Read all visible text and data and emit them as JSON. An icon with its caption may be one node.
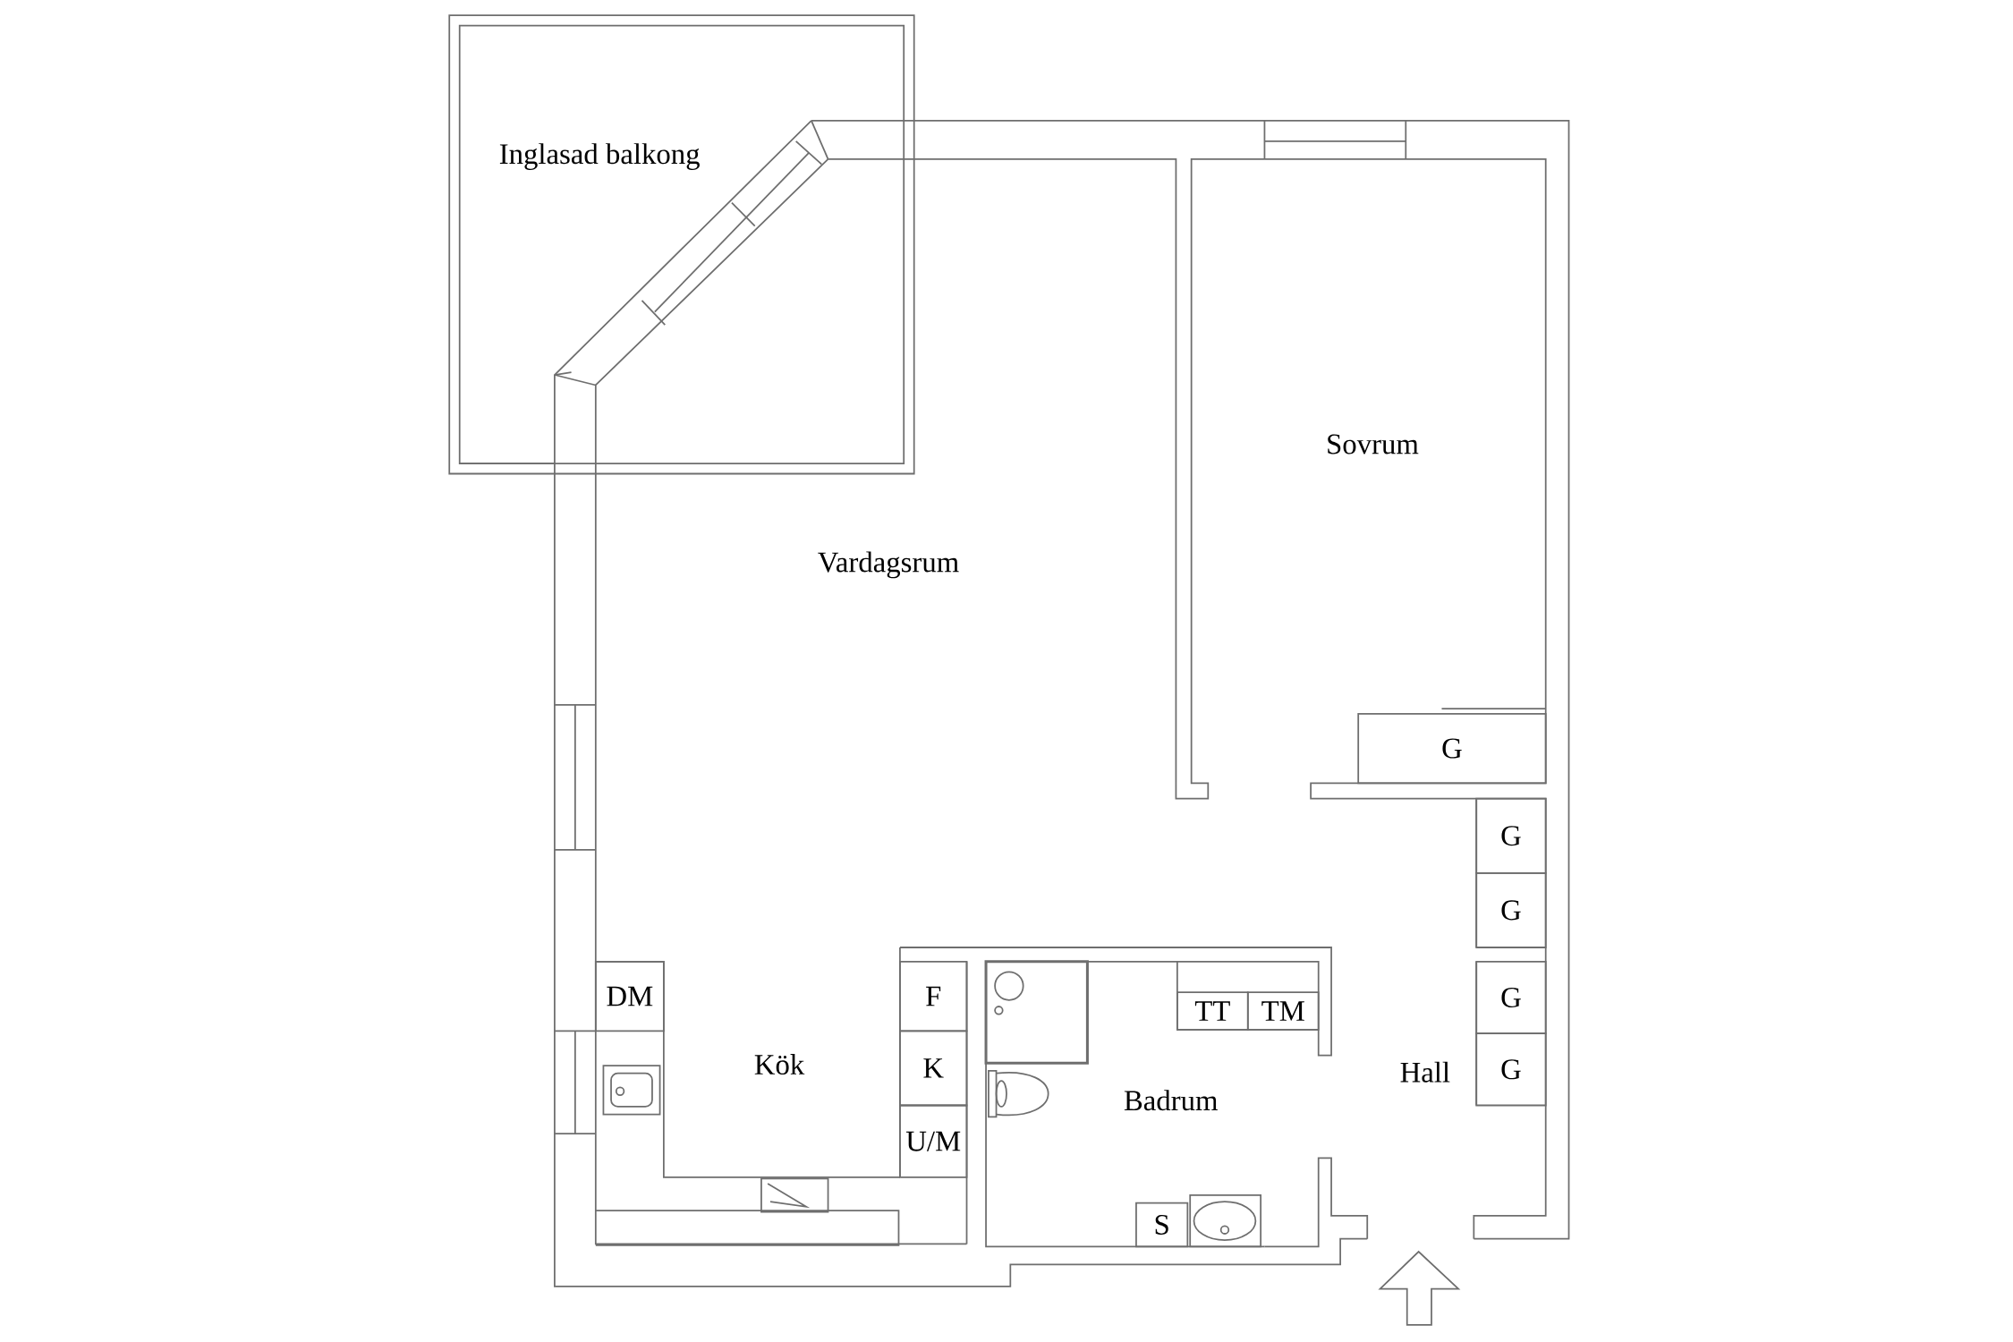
{
  "diagram": {
    "nodes": [
      {
        "text": [
          "G"
        ]
      },
      {
        "text": [
          "G"
        ]
      },
      {
        "text": [
          "G"
        ]
      },
      {
        "text": [
          "DM"
        ]
      },
      {
        "text": [
          "F"
        ]
      },
      {
        "text": [
          "G"
        ]
      },
      {
        "text": [
          "TT"
        ]
      },
      {
        "text": [
          "TM"
        ]
      },
      {
        "text": [
          "K"
        ]
      },
      {
        "text": [
          "G"
        ]
      },
      {
        "text": [
          "U/M"
        ]
      },
      {
        "text": [
          "S"
        ]
      }
    ],
    "labels": [
      "Inglasad balkong",
      "Sovrum",
      "Vardagsrum",
      "Kök",
      "Hall",
      "Badrum"
    ]
  }
}
